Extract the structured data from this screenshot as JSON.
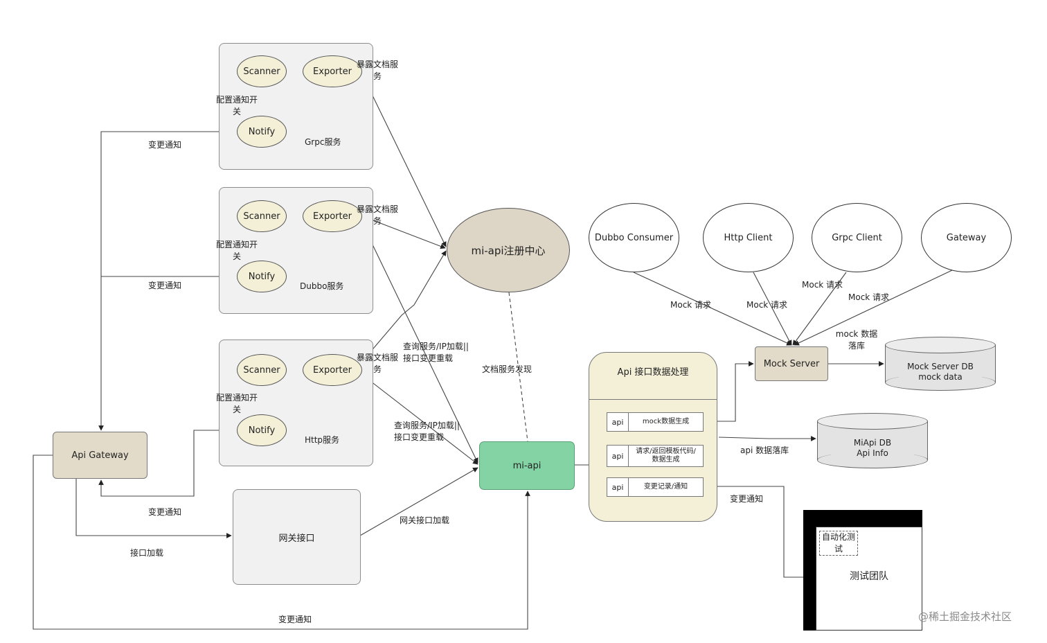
{
  "services": [
    {
      "scanner": "Scanner",
      "exporter": "Exporter",
      "notify": "Notify",
      "name": "Grpc服务",
      "expose": "暴露文档服务",
      "config": "配置通知开关"
    },
    {
      "scanner": "Scanner",
      "exporter": "Exporter",
      "notify": "Notify",
      "name": "Dubbo服务",
      "expose": "暴露文档服务",
      "config": "配置通知开关"
    },
    {
      "scanner": "Scanner",
      "exporter": "Exporter",
      "notify": "Notify",
      "name": "Http服务",
      "expose": "暴露文档服务",
      "config": "配置通知开关"
    }
  ],
  "nodes": {
    "registry": "mi-api注册中心",
    "miapi": "mi-api",
    "gateway": "Api Gateway",
    "gateway_interface": "网关接口",
    "processing_title": "Api 接口数据处理",
    "mock_server": "Mock Server",
    "test_team": "测试团队",
    "auto_test": "自动化测试"
  },
  "processing_rows": [
    {
      "key": "api",
      "value": "mock数据生成"
    },
    {
      "key": "api",
      "value": "请求/返回模板代码/数据生成"
    },
    {
      "key": "api",
      "value": "变更记录/通知"
    }
  ],
  "clients": [
    "Dubbo Consumer",
    "Http Client",
    "Grpc Client",
    "Gateway"
  ],
  "databases": {
    "mock_db_line1": "Mock Server DB",
    "mock_db_line2": "mock data",
    "miapi_db_line1": "MiApi DB",
    "miapi_db_line2": "Api Info"
  },
  "edge_labels": {
    "change_notify": "变更通知",
    "interface_load": "接口加载",
    "gateway_load": "网关接口加载",
    "query_reload": "查询服务/IP加载|| 接口变更重载",
    "doc_discovery": "文档服务发现",
    "mock_request": "Mock 请求",
    "mock_persist": "mock 数据落库",
    "api_persist": "api 数据落库"
  },
  "watermark": "@稀土掘金技术社区"
}
